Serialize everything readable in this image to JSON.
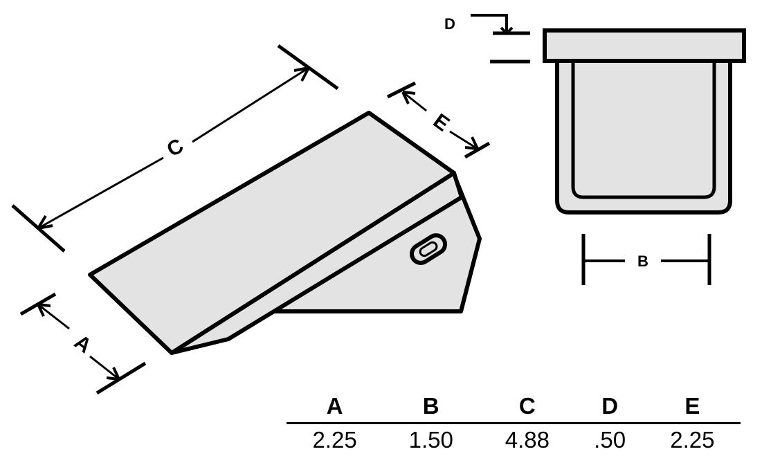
{
  "diagram": {
    "labels": {
      "a": "A",
      "b": "B",
      "c": "C",
      "d": "D",
      "e": "E"
    },
    "colors": {
      "part_fill": "#e3e3e3",
      "stroke": "#000000",
      "background": "#ffffff"
    }
  },
  "table": {
    "headers": [
      "A",
      "B",
      "C",
      "D",
      "E"
    ],
    "values": [
      "2.25",
      "1.50",
      "4.88",
      ".50",
      "2.25"
    ]
  }
}
